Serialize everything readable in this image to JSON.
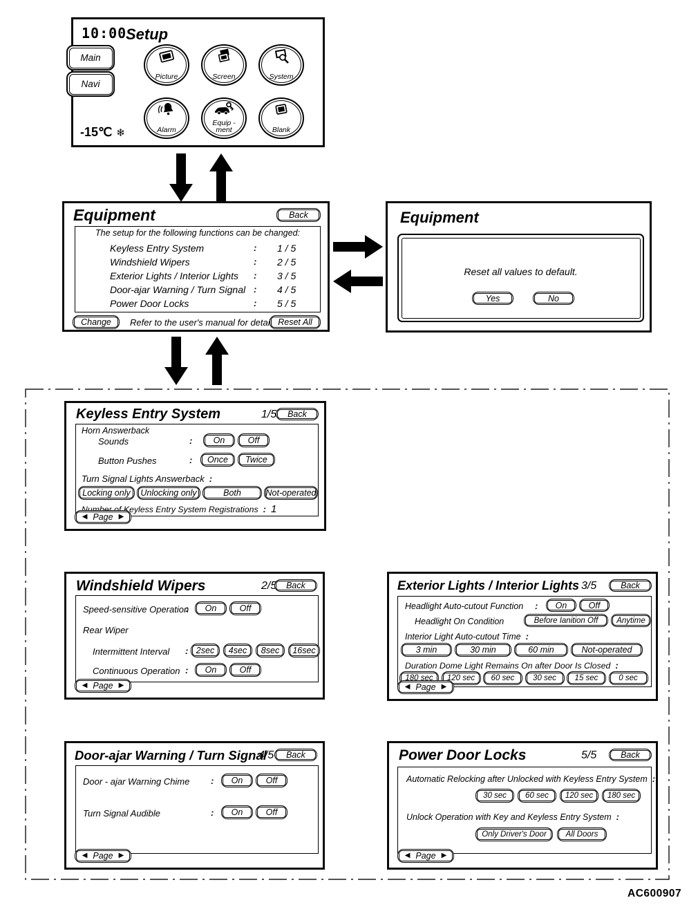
{
  "ui": {
    "colon": ":",
    "page_prev": "◀",
    "page_next": "▶"
  },
  "footer": {
    "code": "AC600907"
  },
  "setup": {
    "time": "10:00",
    "title": "Setup",
    "tabs": [
      {
        "label": "Main"
      },
      {
        "label": "Navi"
      }
    ],
    "temperature": "-15℃",
    "snow_icon": "❄",
    "icons": [
      {
        "label": "Picture"
      },
      {
        "label": "Screen"
      },
      {
        "label": "System"
      },
      {
        "label": "Alarm"
      },
      {
        "label": "Equip -\nment"
      },
      {
        "label": "Blank"
      }
    ]
  },
  "equipment": {
    "title": "Equipment",
    "back_label": "Back",
    "intro": "The setup for the following functions can be changed:",
    "rows": [
      {
        "label": "Keyless Entry System",
        "page": "1 / 5"
      },
      {
        "label": "Windshield Wipers",
        "page": "2 / 5"
      },
      {
        "label": "Exterior Lights / Interior Lights",
        "page": "3 / 5"
      },
      {
        "label": "Door-ajar Warning / Turn Signal",
        "page": "4 / 5"
      },
      {
        "label": "Power Door Locks",
        "page": "5 / 5"
      }
    ],
    "change_label": "Change",
    "footnote": "Refer to the user's manual for detail.",
    "reset_all_label": "Reset All"
  },
  "equipment_reset": {
    "title": "Equipment",
    "message": "Reset all values to default.",
    "yes_label": "Yes",
    "no_label": "No"
  },
  "keyless": {
    "title": "Keyless Entry System",
    "page": "1/5",
    "back_label": "Back",
    "group_label": "Horn Answerback",
    "sounds": {
      "label": "Sounds",
      "options": [
        "On",
        "Off"
      ]
    },
    "button_pushes": {
      "label": "Button Pushes",
      "options": [
        "Once",
        "Twice"
      ]
    },
    "turn_signal": {
      "label": "Turn Signal Lights Answerback",
      "options": [
        "Locking only",
        "Unlocking only",
        "Both",
        "Not-operated"
      ]
    },
    "registrations": {
      "label": "Number of Keyless Entry System Registrations",
      "value": "1"
    },
    "page_label": "Page"
  },
  "wipers": {
    "title": "Windshield Wipers",
    "page": "2/5",
    "back_label": "Back",
    "speed": {
      "label": "Speed-sensitive Operation",
      "options": [
        "On",
        "Off"
      ]
    },
    "rear_label": "Rear Wiper",
    "intermittent": {
      "label": "Intermittent Interval",
      "options": [
        "2sec",
        "4sec",
        "8sec",
        "16sec"
      ]
    },
    "continuous": {
      "label": "Continuous Operation",
      "options": [
        "On",
        "Off"
      ]
    },
    "page_label": "Page"
  },
  "exterior": {
    "title": "Exterior Lights / Interior Lights",
    "page": "3/5",
    "back_label": "Back",
    "headlight_cutout": {
      "label": "Headlight Auto-cutout Function",
      "options": [
        "On",
        "Off"
      ]
    },
    "headlight_condition": {
      "label": "Headlight On Condition",
      "options": [
        "Before Ianition Off",
        "Anytime"
      ]
    },
    "interior_cutout": {
      "label": "Interior Light Auto-cutout Time",
      "options": [
        "3 min",
        "30 min",
        "60 min",
        "Not-operated"
      ]
    },
    "dome": {
      "label": "Duration Dome Light Remains On after Door Is Closed",
      "options": [
        "180 sec",
        "120 sec",
        "60 sec",
        "30 sec",
        "15 sec",
        "0 sec"
      ]
    },
    "page_label": "Page"
  },
  "door_ajar": {
    "title": "Door-ajar Warning / Turn Signal",
    "page": "4/5",
    "back_label": "Back",
    "chime": {
      "label": "Door - ajar Warning Chime",
      "options": [
        "On",
        "Off"
      ]
    },
    "audible": {
      "label": "Turn Signal Audible",
      "options": [
        "On",
        "Off"
      ]
    },
    "page_label": "Page"
  },
  "power": {
    "title": "Power Door Locks",
    "page": "5/5",
    "back_label": "Back",
    "relock": {
      "label": "Automatic Relocking after Unlocked with Keyless Entry System",
      "options": [
        "30 sec",
        "60 sec",
        "120 sec",
        "180 sec"
      ]
    },
    "unlock": {
      "label": "Unlock Operation with Key and Keyless Entry System",
      "options": [
        "Only Driver's Door",
        "All Doors"
      ]
    },
    "page_label": "Page"
  }
}
